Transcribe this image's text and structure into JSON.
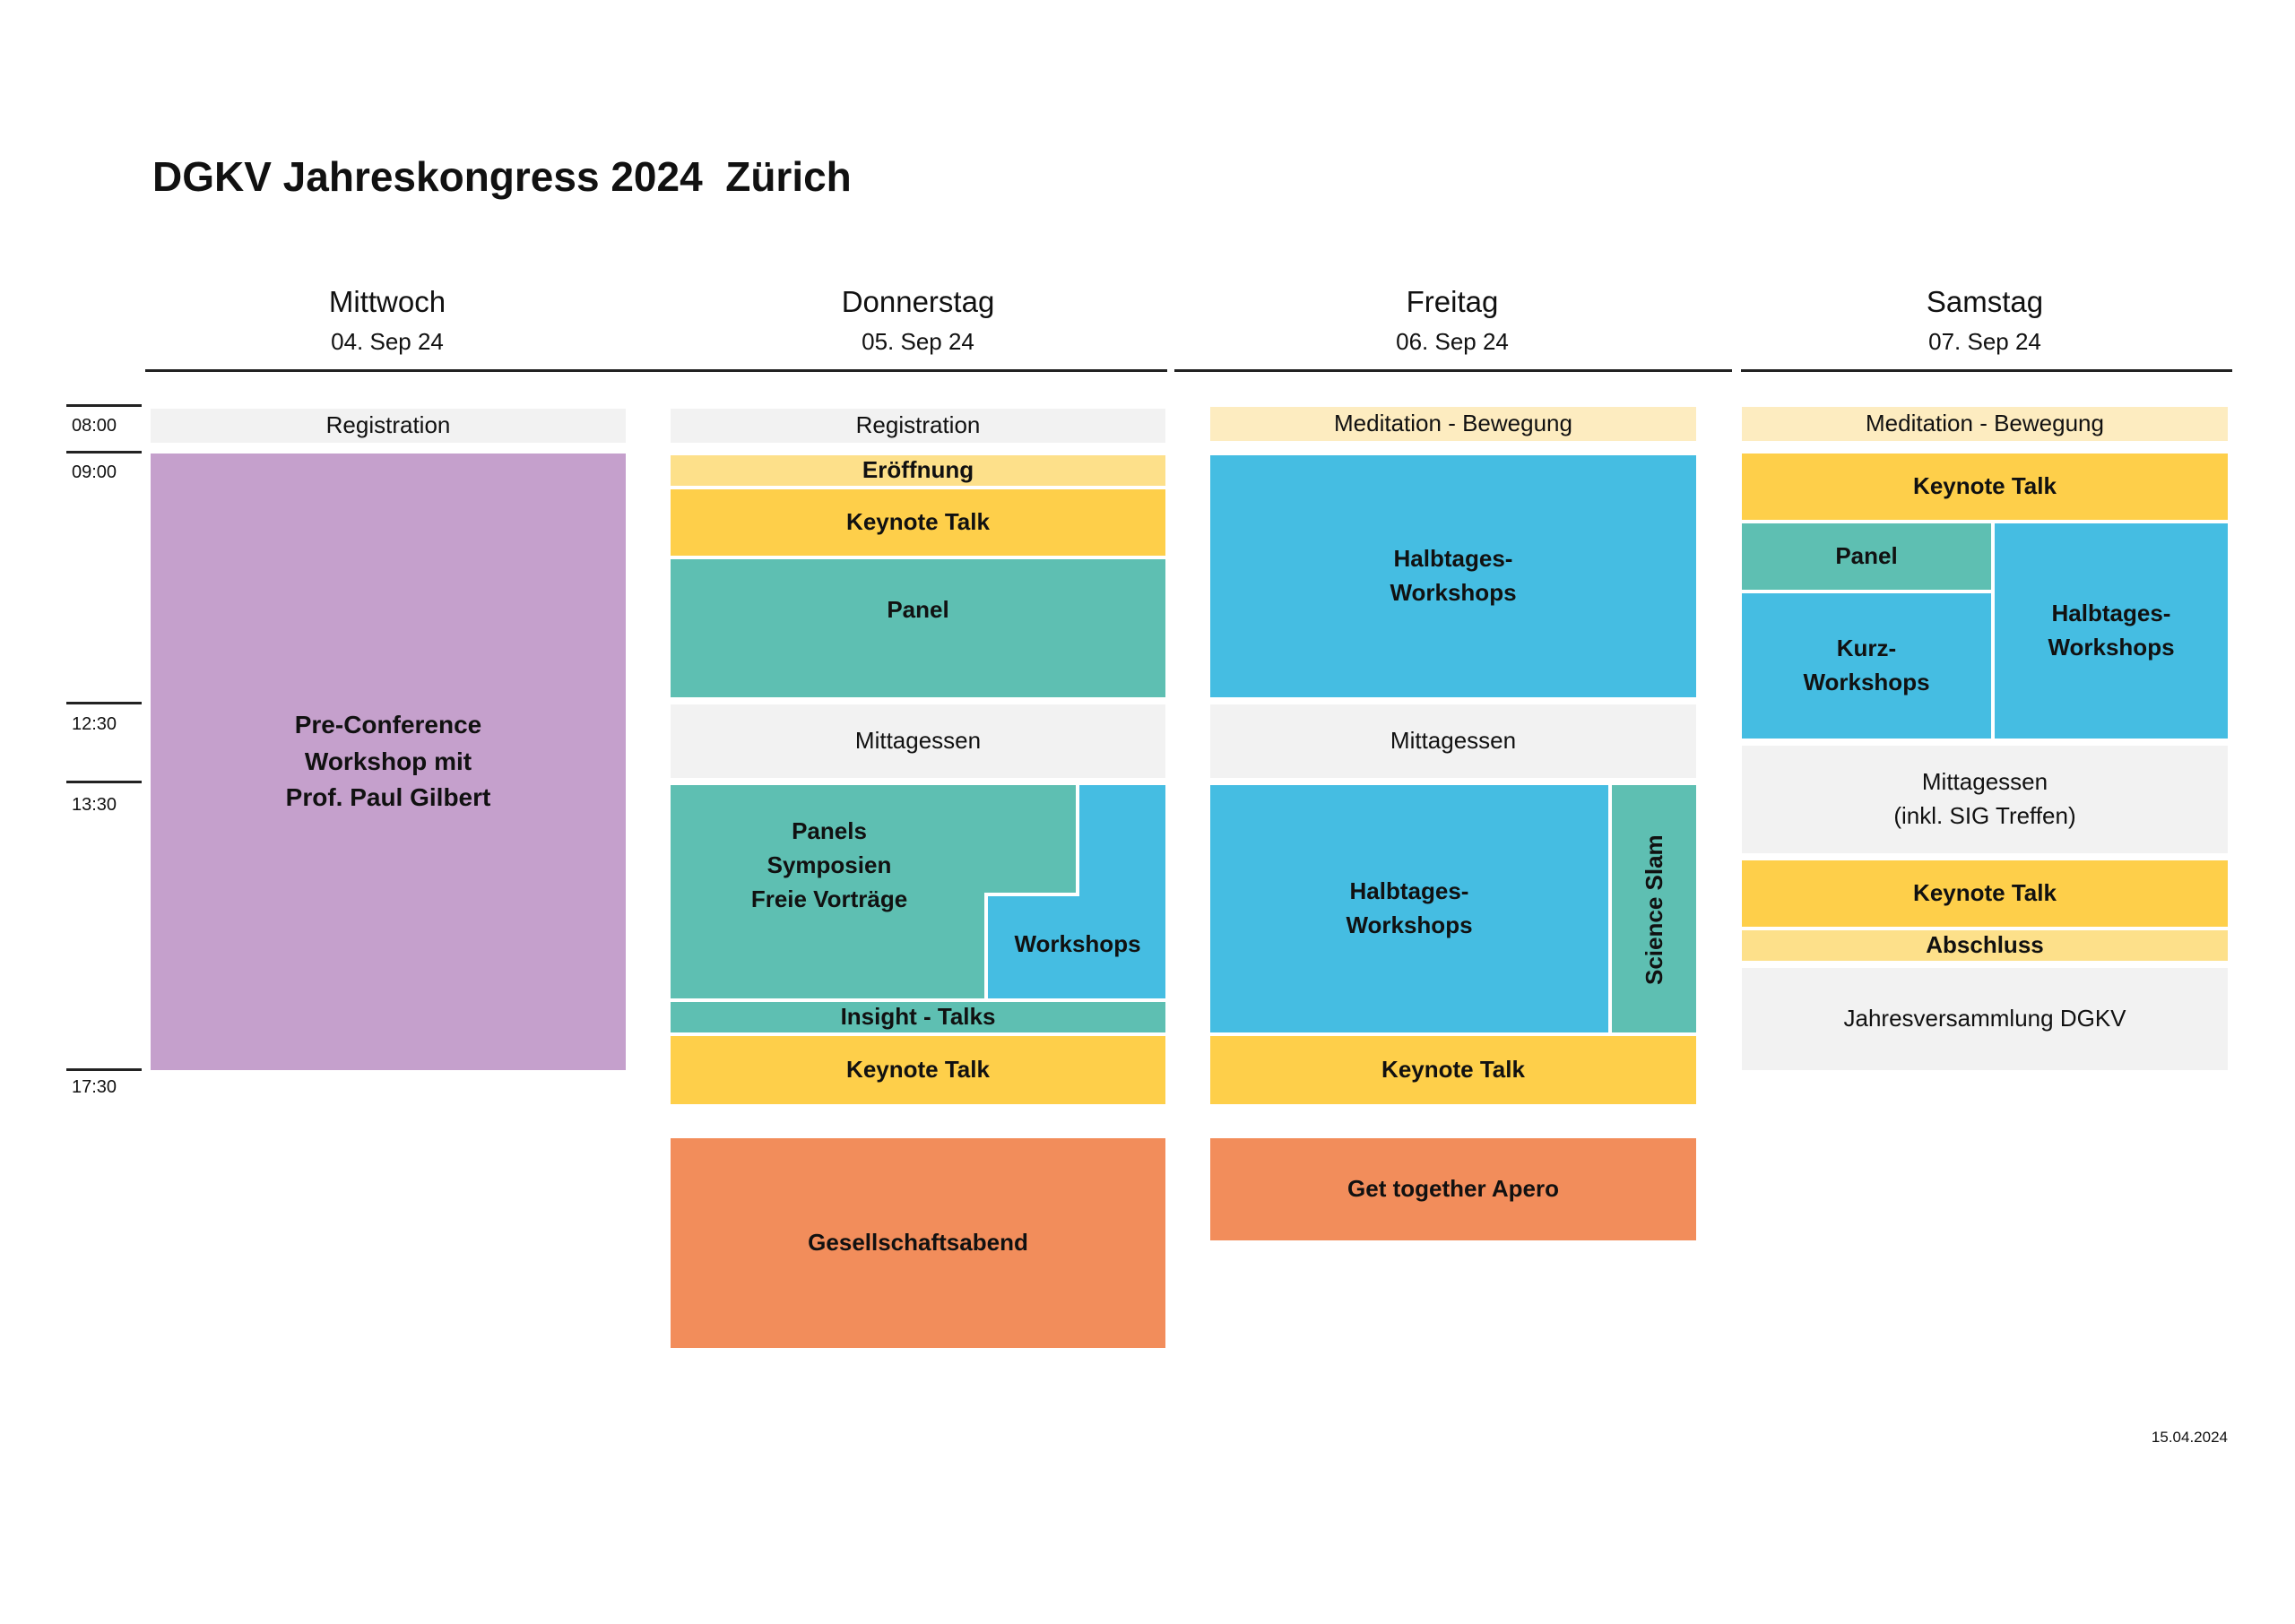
{
  "title": "DGKV Jahreskongress 2024  Zürich",
  "days": [
    {
      "name": "Mittwoch",
      "date": "04. Sep 24"
    },
    {
      "name": "Donnerstag",
      "date": "05. Sep 24"
    },
    {
      "name": "Freitag",
      "date": "06. Sep 24"
    },
    {
      "name": "Samstag",
      "date": "07. Sep 24"
    }
  ],
  "times": [
    "08:00",
    "09:00",
    "12:30",
    "13:30",
    "17:30"
  ],
  "mittwoch": {
    "registration": "Registration",
    "preconference": "Pre-Conference\nWorkshop mit\nProf. Paul Gilbert"
  },
  "donnerstag": {
    "registration": "Registration",
    "eroeffnung": "Eröffnung",
    "keynote_morning": "Keynote Talk",
    "panel": "Panel",
    "mittagessen": "Mittagessen",
    "panels": "Panels\nSymposien\nFreie Vorträge",
    "workshops": "Workshops",
    "insight_talks": "Insight - Talks",
    "keynote_afternoon": "Keynote Talk",
    "gesellschaftsabend": "Gesellschaftsabend"
  },
  "freitag": {
    "meditation": "Meditation - Bewegung",
    "halbtages_morning": "Halbtages-\nWorkshops",
    "mittagessen": "Mittagessen",
    "halbtages_afternoon": "Halbtages-\nWorkshops",
    "science_slam": "Science Slam",
    "keynote": "Keynote Talk",
    "get_together": "Get together Apero"
  },
  "samstag": {
    "meditation": "Meditation - Bewegung",
    "keynote_morning": "Keynote Talk",
    "panel": "Panel",
    "kurz_workshops": "Kurz-\nWorkshops",
    "halbtages": "Halbtages-\nWorkshops",
    "mittagessen": "Mittagessen\n(inkl. SIG Treffen)",
    "keynote_afternoon": "Keynote Talk",
    "abschluss": "Abschluss",
    "jahresversammlung": "Jahresversammlung DGKV"
  },
  "footer_date": "15.04.2024"
}
